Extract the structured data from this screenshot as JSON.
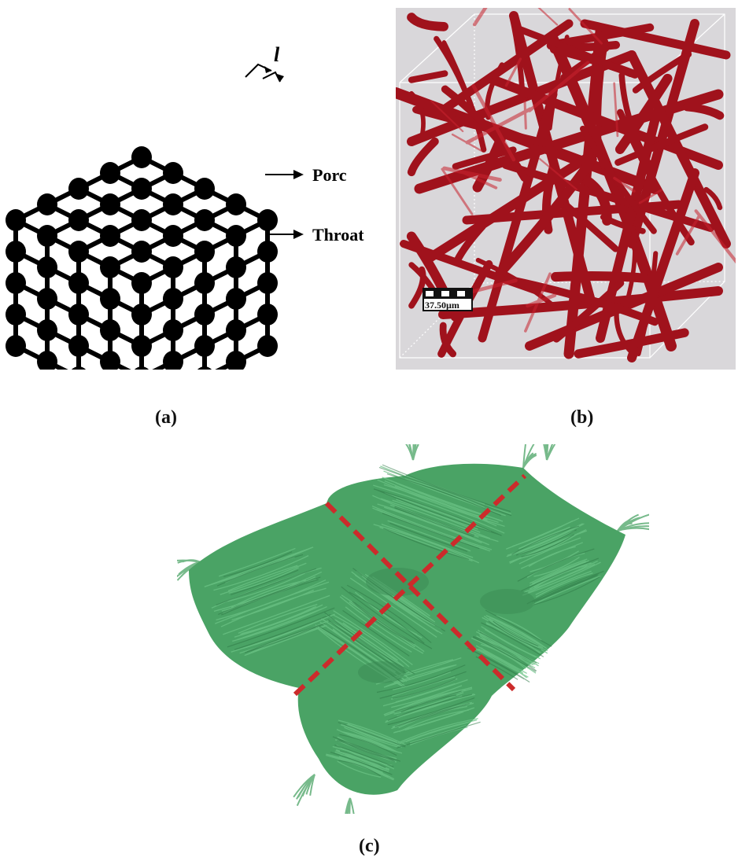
{
  "panel_a": {
    "label_l": "l",
    "label_pore": "Porc",
    "label_throat": "Throat",
    "caption": "(a)"
  },
  "panel_b": {
    "scale_bar_text": "37.50µm",
    "caption": "(b)",
    "colors": {
      "fiber": "#a0121c",
      "background": "#d9d7da"
    }
  },
  "panel_c": {
    "caption": "(c)",
    "colors": {
      "fabric": "#4aa365",
      "cut_lines": "#cc2b2b"
    }
  }
}
